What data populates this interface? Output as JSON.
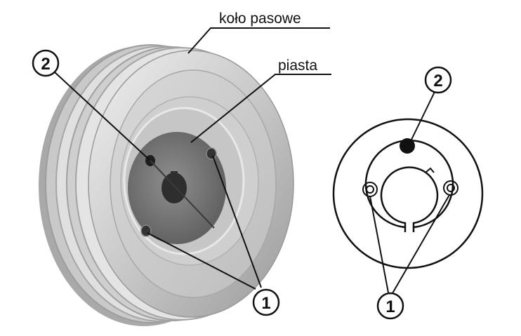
{
  "labels": {
    "pulley": "koło pasowe",
    "hub": "piasta"
  },
  "callouts": {
    "left_top": "2",
    "left_bottom": "1",
    "right_top": "2",
    "right_bottom": "1"
  },
  "colors": {
    "line": "#111111",
    "pulley_light": "#e6e6e6",
    "pulley_mid": "#b9b9b9",
    "pulley_dark": "#8a8a8a",
    "hub_dark": "#666666"
  }
}
